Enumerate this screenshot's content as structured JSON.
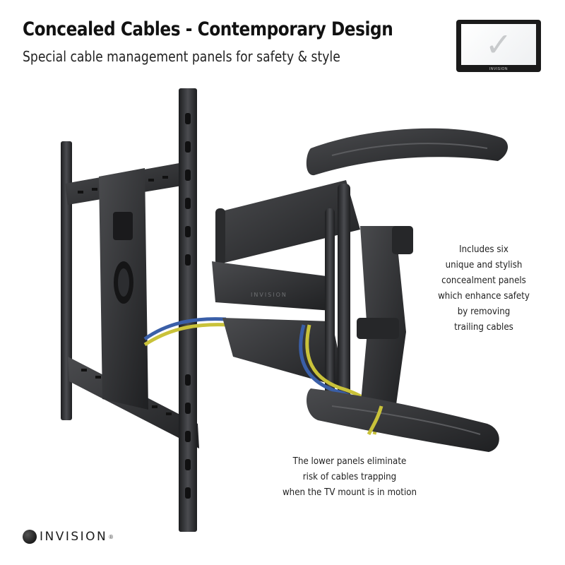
{
  "header": {
    "title": "Concealed Cables - Contemporary Design",
    "subtitle": "Special cable management panels for safety & style"
  },
  "badge": {
    "icon": "checkmark-icon",
    "tick_glyph": "✓",
    "tv_brand": "INVISION"
  },
  "product": {
    "name": "tv-wall-mount-illustration",
    "arm_brand": "INVISION",
    "colors": {
      "metal": "#2b2c2e",
      "cable_blue": "#3a5fa8",
      "cable_yellow": "#c9c23a"
    }
  },
  "callouts": {
    "right": [
      "Includes six",
      "unique and stylish",
      "concealment panels",
      "which enhance safety",
      "by removing",
      "trailing cables"
    ],
    "bottom": [
      "The lower panels eliminate",
      "risk of cables trapping",
      "when the TV mount is in motion"
    ]
  },
  "footer": {
    "brand": "INVISION",
    "registered": "®"
  }
}
